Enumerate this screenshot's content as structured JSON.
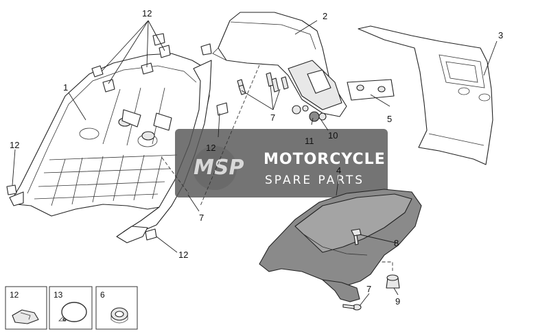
{
  "callouts": {
    "c1": "1",
    "c2": "2",
    "c3": "3",
    "c4": "4",
    "c5": "5",
    "c7a": "7",
    "c7b": "7",
    "c7c": "7",
    "c8": "8",
    "c9": "9",
    "c10": "10",
    "c11": "11",
    "c12a": "12",
    "c12b": "12",
    "c12c": "12",
    "c12d": "12"
  },
  "legend_boxes": [
    {
      "label": "12",
      "icon": "speed-nut-clip-icon"
    },
    {
      "label": "13",
      "icon": "hose-clamp-icon"
    },
    {
      "label": "6",
      "icon": "rubber-grommet-icon"
    }
  ],
  "watermark": {
    "logo": "MSP",
    "title": "MOTORCYCLE",
    "subtitle": "SPARE PARTS",
    "badge_color": "#555555"
  }
}
